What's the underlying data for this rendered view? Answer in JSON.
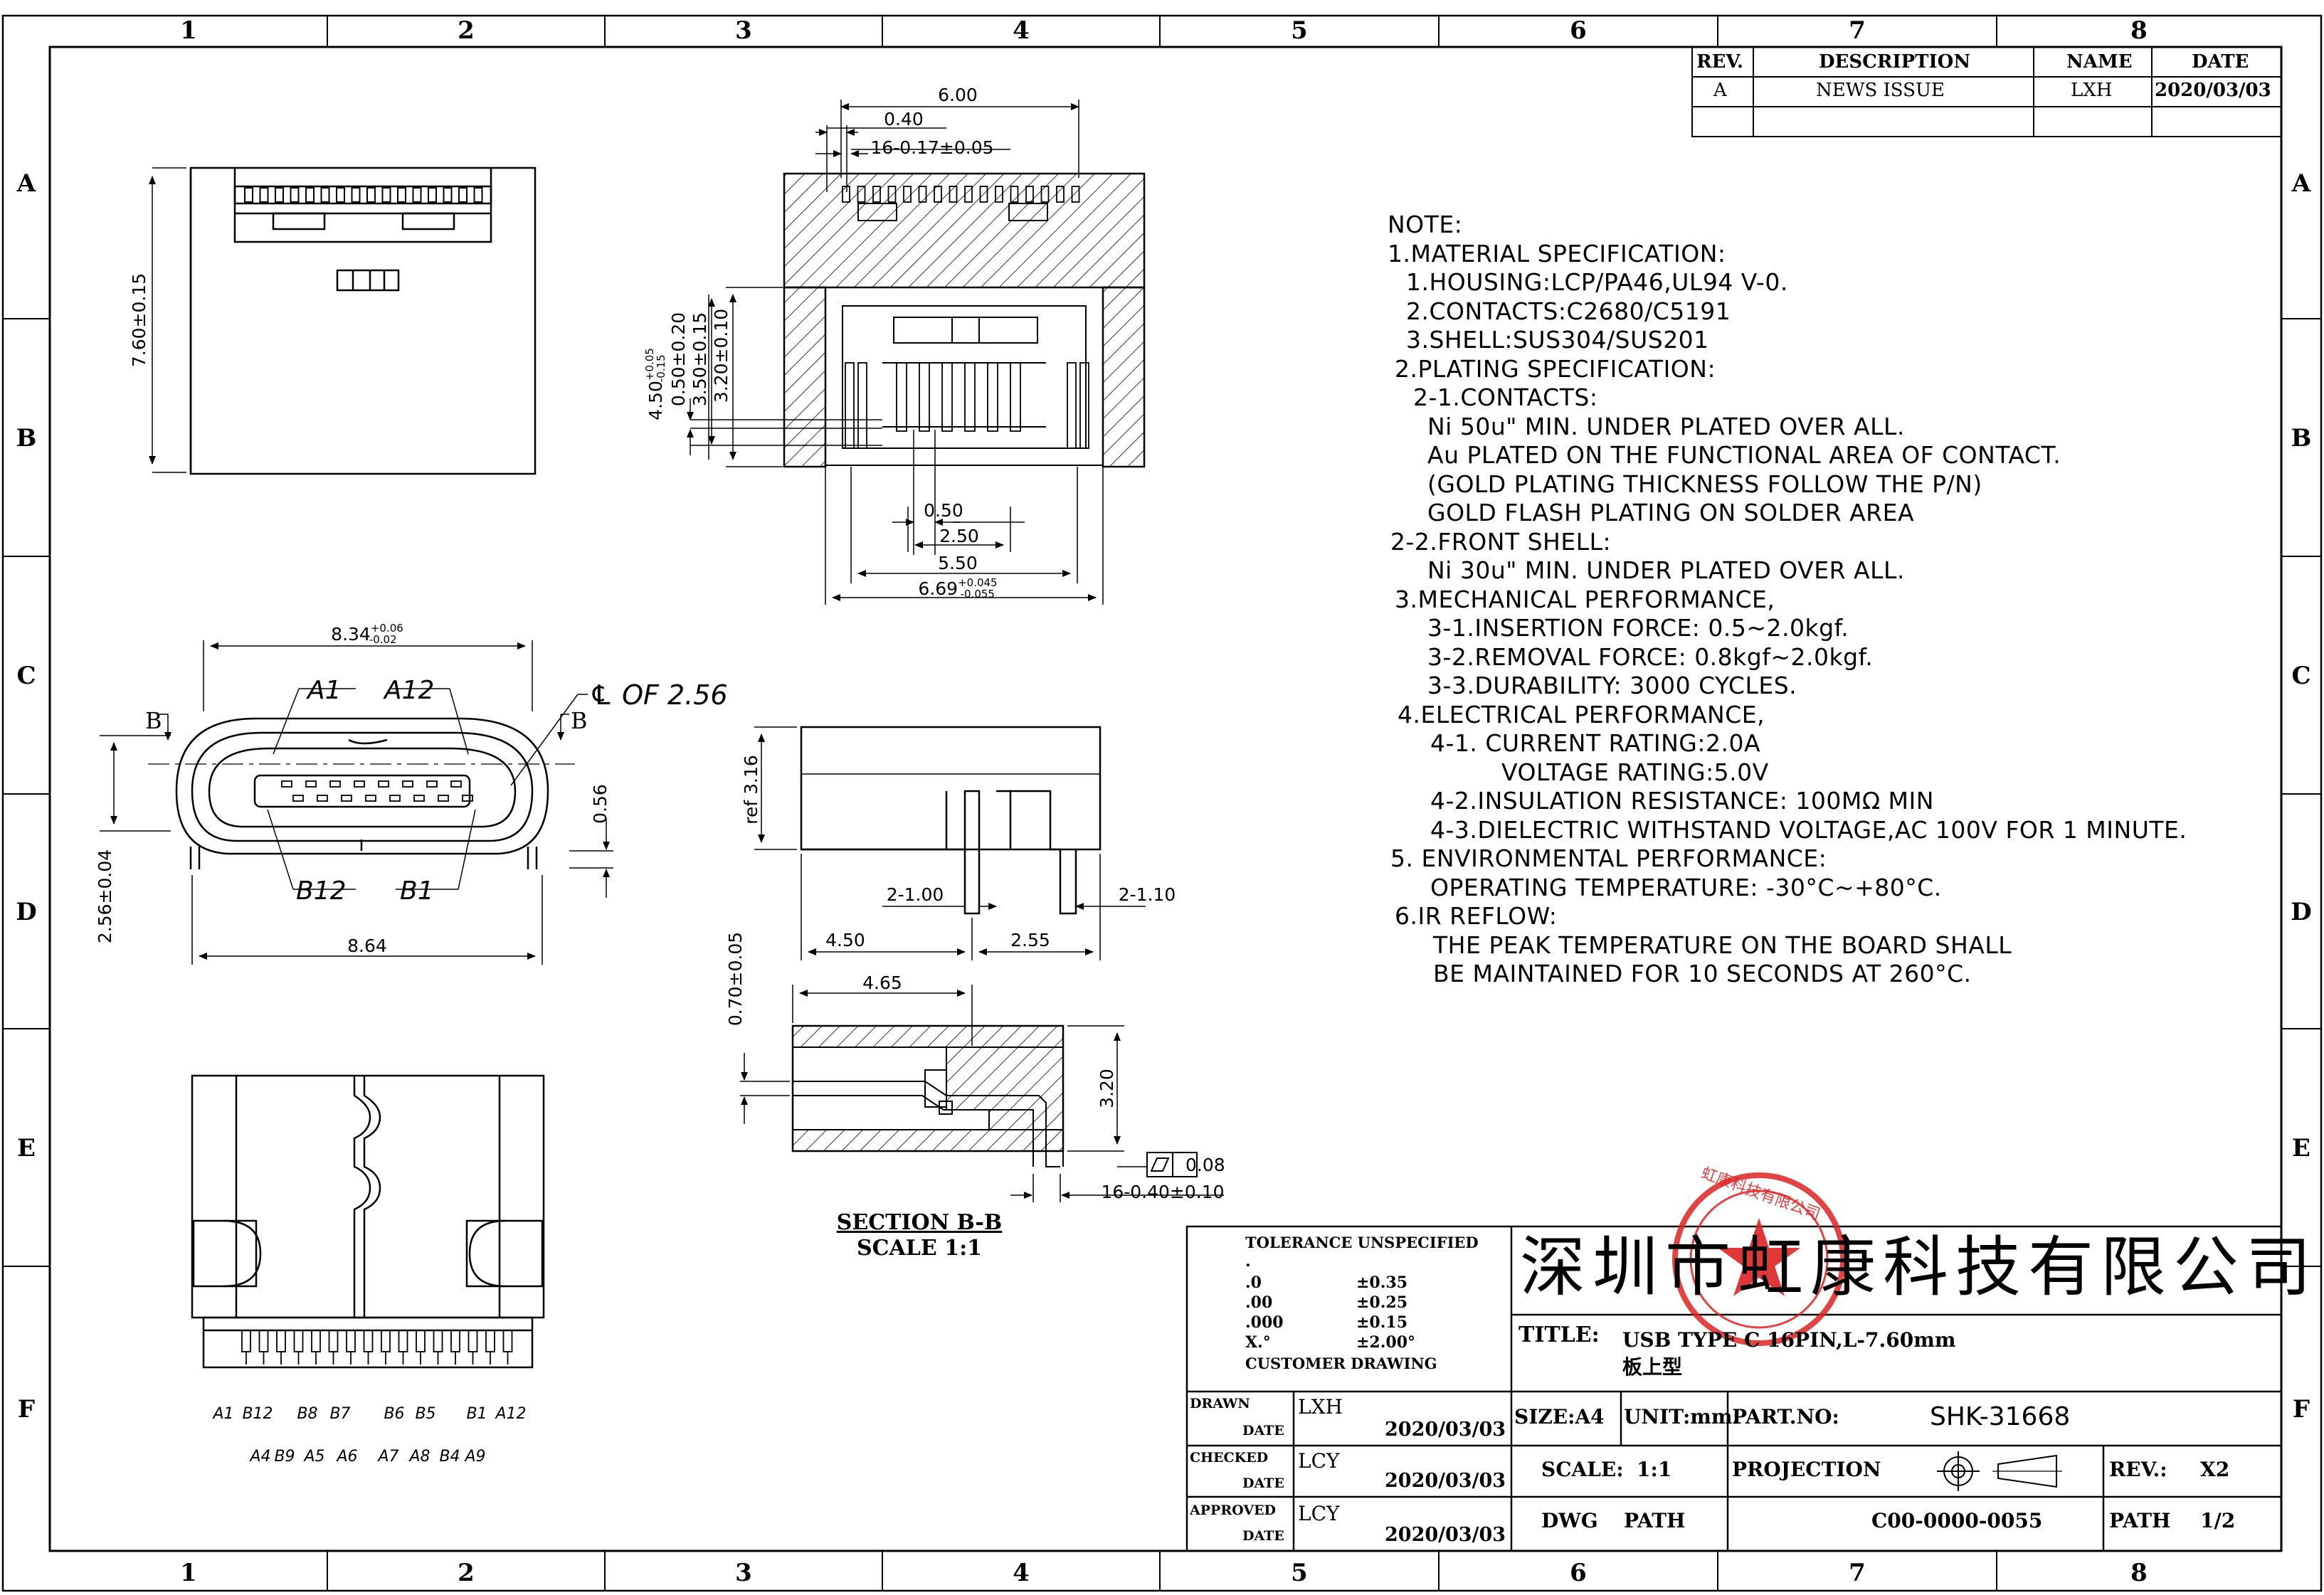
{
  "grid": {
    "columns": [
      "1",
      "2",
      "3",
      "4",
      "5",
      "6",
      "7",
      "8"
    ],
    "rows": [
      "A",
      "B",
      "C",
      "D",
      "E",
      "F"
    ]
  },
  "revision_table": {
    "headers": [
      "REV.",
      "DESCRIPTION",
      "NAME",
      "DATE"
    ],
    "row": [
      "A",
      "NEWS ISSUE",
      "LXH",
      "2020/03/03"
    ]
  },
  "notes": [
    "NOTE:",
    "1.MATERIAL SPECIFICATION:",
    "1.HOUSING:LCP/PA46,UL94 V-0.",
    "2.CONTACTS:C2680/C5191",
    "3.SHELL:SUS304/SUS201",
    "2.PLATING SPECIFICATION:",
    "2-1.CONTACTS:",
    "Ni 50u\" MIN. UNDER PLATED OVER ALL.",
    "Au PLATED ON THE FUNCTIONAL AREA OF CONTACT.",
    "(GOLD PLATING THICKNESS FOLLOW THE P/N)",
    "GOLD FLASH PLATING ON SOLDER AREA",
    "2-2.FRONT SHELL:",
    "Ni 30u\" MIN. UNDER PLATED OVER ALL.",
    "3.MECHANICAL PERFORMANCE,",
    "3-1.INSERTION FORCE: 0.5~2.0kgf.",
    "3-2.REMOVAL FORCE: 0.8kgf~2.0kgf.",
    "3-3.DURABILITY: 3000 CYCLES.",
    "4.ELECTRICAL PERFORMANCE,",
    "4-1. CURRENT RATING:2.0A",
    "VOLTAGE RATING:5.0V",
    "4-2.INSULATION RESISTANCE: 100MΩ MIN",
    "4-3.DIELECTRIC WITHSTAND VOLTAGE,AC 100V FOR 1 MINUTE.",
    "5. ENVIRONMENTAL PERFORMANCE:",
    "OPERATING TEMPERATURE: -30°C~+80°C.",
    "6.IR REFLOW:",
    "THE PEAK TEMPERATURE ON THE BOARD SHALL",
    "BE MAINTAINED FOR 10 SECONDS AT 260°C."
  ],
  "dims": {
    "side_height": "7.60±0.15",
    "top_width": "6.00",
    "pitch": "0.40",
    "pins": "16-0.17±0.05",
    "h450": "4.50",
    "h450_tol_top": "+0.05",
    "h450_tol_bot": "-0.15",
    "h050": "0.50±0.20",
    "h350": "3.50±0.15",
    "h320": "3.20±0.10",
    "w050": "0.50",
    "w250": "2.50",
    "w550": "5.50",
    "w669": "6.69",
    "w669_tol_top": "+0.045",
    "w669_tol_bot": "-0.055",
    "w834": "8.34",
    "w834_tol_top": "+0.06",
    "w834_tol_bot": "-0.02",
    "w864": "8.64",
    "h256": "2.56±0.04",
    "h056": "0.56",
    "centerline": "℄ OF 2.56",
    "ref316": "ref 3.16",
    "d2_100": "2-1.00",
    "d2_110": "2-1.10",
    "d450": "4.50",
    "d255": "2.55",
    "d465": "4.65",
    "d070": "0.70±0.05",
    "d320": "3.20",
    "flatness": "0.08",
    "pins_sec": "16-0.40±0.10"
  },
  "front_labels": {
    "a1": "A1",
    "a12": "A12",
    "b12": "B12",
    "b1": "B1",
    "sec_left": "B",
    "sec_right": "B"
  },
  "pin_labels": {
    "top_row": [
      "A1",
      "B12",
      "B8",
      "B7",
      "B6",
      "B5",
      "B1",
      "A12"
    ],
    "bottom_row": [
      "A4",
      "B9",
      "A5",
      "A6",
      "A7",
      "A8",
      "B4",
      "A9"
    ]
  },
  "section": {
    "title": "SECTION B-B",
    "scale": "SCALE 1:1"
  },
  "title_block": {
    "tolerance_title": "TOLERANCE UNSPECIFIED",
    "tol_rows": [
      [
        ".",
        ""
      ],
      [
        ".0",
        "±0.35"
      ],
      [
        ".00",
        "±0.25"
      ],
      [
        ".000",
        "±0.15"
      ],
      [
        "X.°",
        "±2.00°"
      ]
    ],
    "customer_drawing": "CUSTOMER DRAWING",
    "company": "深圳市虹康科技有限公司",
    "title_label": "TITLE:",
    "title_line1": "USB TYPE C 16PIN,L-7.60mm",
    "title_line2": "板上型",
    "drawn_label": "DRAWN",
    "checked_label": "CHECKED",
    "approved_label": "APPROVED",
    "date_label": "DATE",
    "drawn_by": "LXH",
    "checked_by": "LCY",
    "approved_by": "LCY",
    "drawn_date": "2020/03/03",
    "checked_date": "2020/03/03",
    "approved_date": "2020/03/03",
    "size": "SIZE:A4",
    "unit": "UNIT:mm.",
    "part_no_label": "PART.NO:",
    "part_no": "SHK-31668",
    "scale_label": "SCALE:",
    "scale": "1:1",
    "projection": "PROJECTION",
    "rev_label": "REV.:",
    "rev": "X2",
    "dwg_label": "DWG",
    "path_label": "PATH",
    "dwg_no": "C00-0000-0055",
    "sheet_label": "PATH",
    "sheet": "1/2",
    "stamp_text": "虹康科技有限公司"
  }
}
